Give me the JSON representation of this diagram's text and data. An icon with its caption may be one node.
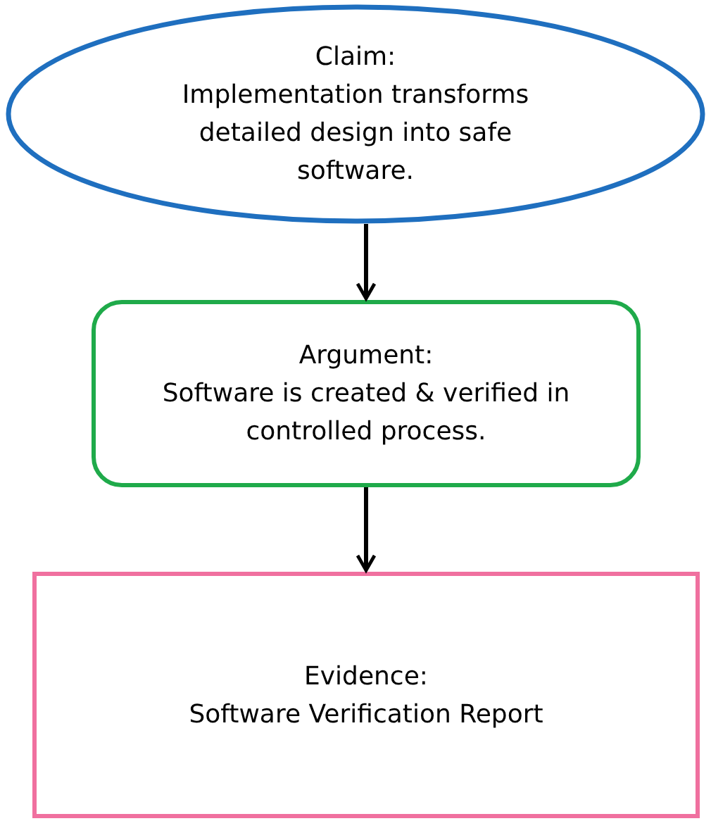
{
  "diagram": {
    "nodes": [
      {
        "text": [
          "Claim:",
          "Implementation transforms detailed design into safe software."
        ]
      },
      {
        "text": [
          "Argument:",
          "Software is created & verified in controlled process."
        ]
      },
      {
        "text": [
          "Evidence:",
          "Software Verification Report"
        ]
      }
    ],
    "edges": [
      {
        "from": 0,
        "to": 1,
        "arrow": "to"
      },
      {
        "from": 1,
        "to": 2,
        "arrow": "to"
      }
    ]
  }
}
